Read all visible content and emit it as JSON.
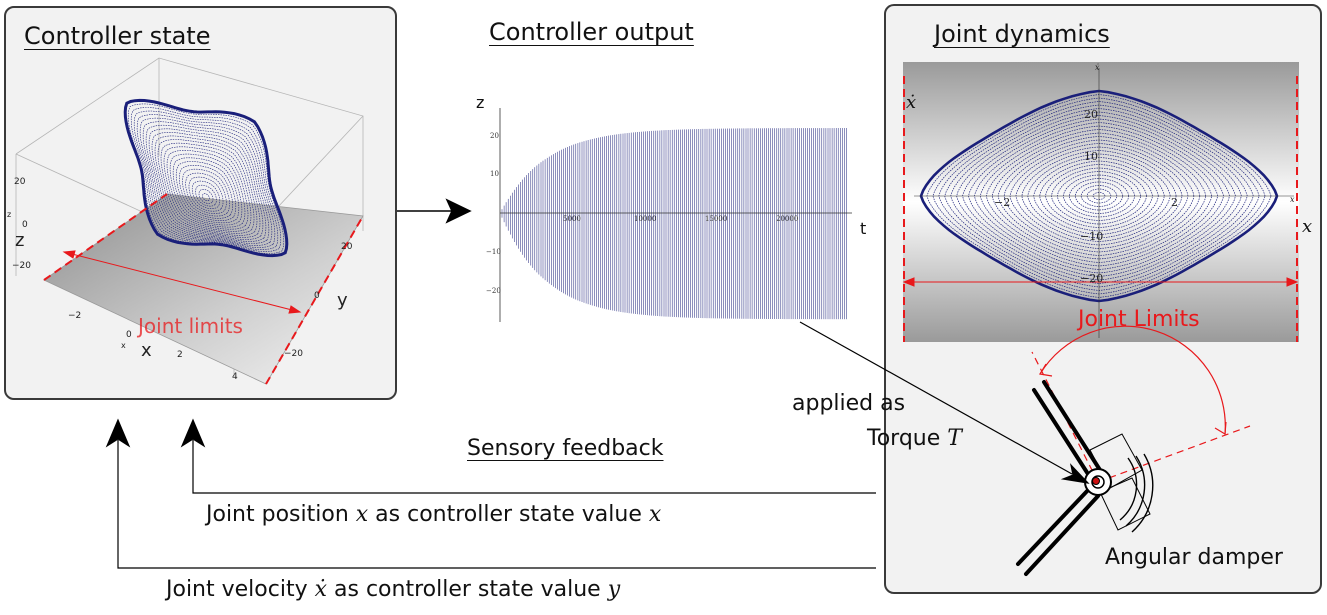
{
  "panels": {
    "controller_state": {
      "title": "Controller state"
    },
    "controller_output": {
      "title": "Controller output"
    },
    "joint_dynamics": {
      "title": "Joint dynamics"
    }
  },
  "plot3d": {
    "axis_x": "x",
    "axis_y": "y",
    "axis_z": "z",
    "x_small": "x",
    "z_small": "z",
    "x_ticks": [
      "−2",
      "0",
      "2",
      "4"
    ],
    "y_ticks": [
      "20",
      "0",
      "−20"
    ],
    "z_ticks": [
      "20",
      "0",
      "−20"
    ],
    "limits_label": "Joint limits"
  },
  "plot_output": {
    "ylabel": "z",
    "xlabel": "t",
    "y_ticks": [
      "20",
      "10",
      "−10",
      "−20"
    ],
    "x_ticks": [
      "5000",
      "10000",
      "15000",
      "20000"
    ]
  },
  "plot_phase": {
    "ylabel": "ẋ",
    "xlabel": "x",
    "ylabel_small": "ẋ",
    "xlabel_small": "x",
    "x_ticks": [
      "−2",
      "2"
    ],
    "y_ticks": [
      "20",
      "10",
      "−10",
      "−20"
    ],
    "limits_label": "Joint Limits"
  },
  "labels": {
    "sensory_feedback": "Sensory feedback",
    "applied_as": "applied as",
    "torque_prefix": "Torque ",
    "torque_var": "T",
    "angular_damper": "Angular damper",
    "pos_a": "Joint position ",
    "pos_b": "x",
    "pos_c": " as controller state value ",
    "pos_d": "x",
    "vel_a": "Joint velocity ",
    "vel_b": "ẋ",
    "vel_c": " as controller state value ",
    "vel_d": "y"
  },
  "colors": {
    "limit": "#e8191c",
    "curve": "#1a1f7a",
    "arrow": "#000000"
  }
}
